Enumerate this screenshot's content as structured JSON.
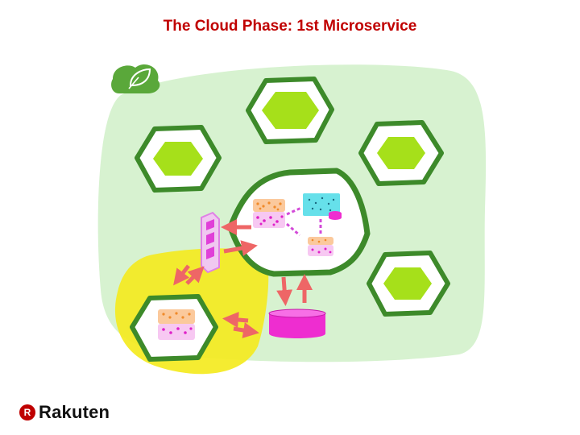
{
  "slide": {
    "title": "The Cloud Phase: 1st Microservice",
    "title_color": "#c00000"
  },
  "brand": {
    "name": "Rakuten",
    "mark": "R",
    "color": "#bf0000"
  },
  "diagram": {
    "icons": [
      "spring-leaf-icon"
    ],
    "colors": {
      "cloud": "#d7f2d0",
      "cell_ring": "#5aa83a",
      "cell_core": "#a6e01a",
      "highlight": "#f4ea1f",
      "arrow": "#ee6666",
      "database": "#ee2dd0",
      "gateway": "#e080e6",
      "service_orange": "#fbc99c",
      "service_pink": "#f7c8f2",
      "data_cyan": "#66e0ea"
    }
  }
}
